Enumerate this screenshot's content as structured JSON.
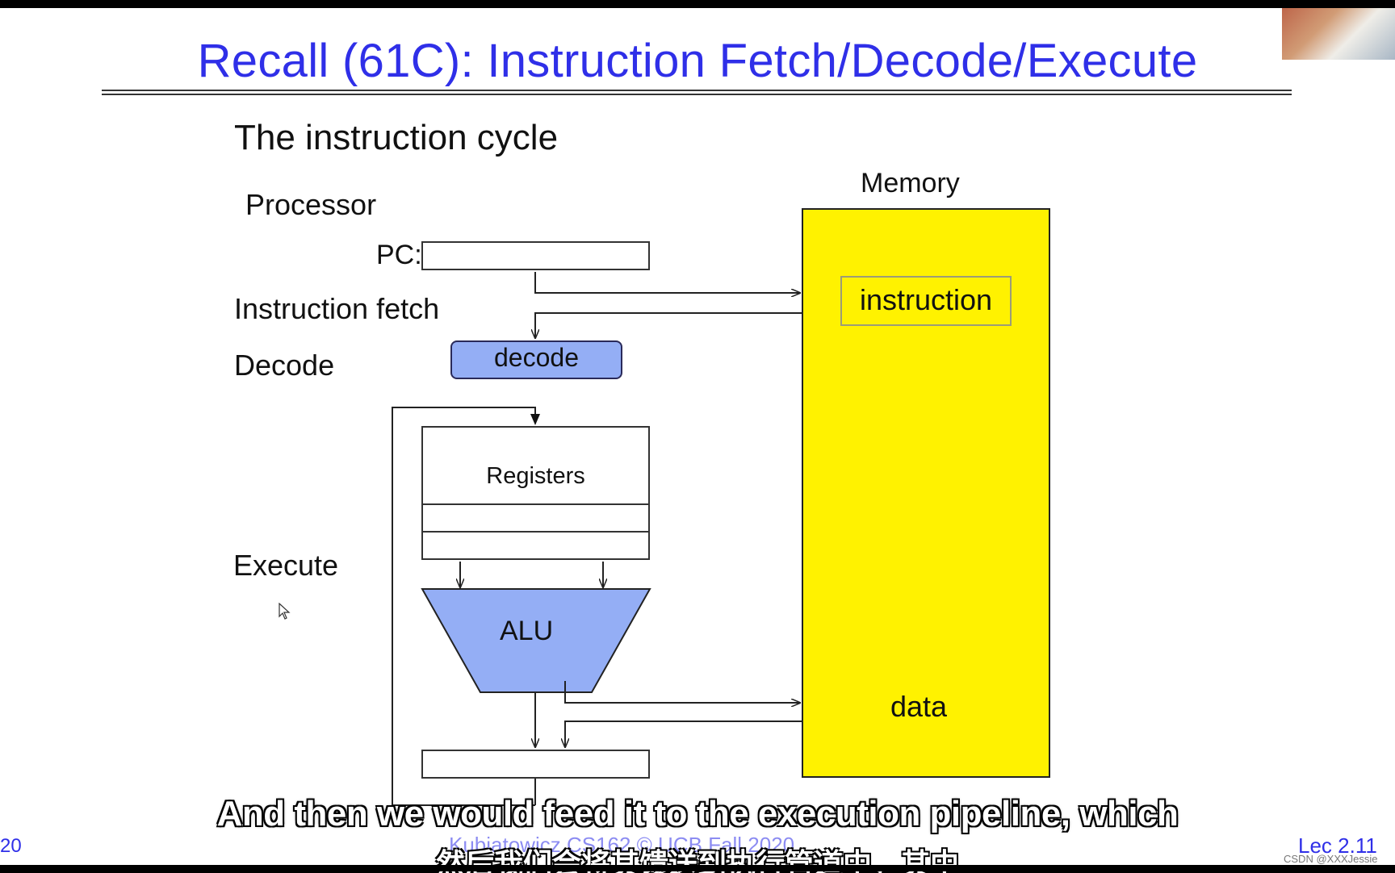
{
  "slide": {
    "title": "Recall (61C): Instruction Fetch/Decode/Execute",
    "subtitle": "The instruction cycle"
  },
  "diagram": {
    "processor_label": "Processor",
    "pc_label": "PC:",
    "fetch_label": "Instruction fetch",
    "decode_stage_label": "Decode",
    "execute_label": "Execute",
    "decode_box": "decode",
    "registers_label": "Registers",
    "alu_label": "ALU",
    "memory_label": "Memory",
    "instruction_label": "instruction",
    "data_label": "data"
  },
  "footer": {
    "left": "20",
    "center": "Kubiatowicz CS162 © UCB Fall 2020",
    "right": "Lec 2.11"
  },
  "captions": {
    "english": "And then we would feed it to the execution pipeline, which",
    "chinese": "然后我们会将其馈送到执行管道中，其中"
  },
  "watermark": "CSDN @XXXJessie",
  "colors": {
    "title_blue": "#2f2fe8",
    "memory_yellow": "#fff200",
    "unit_blue": "#94aef5"
  }
}
